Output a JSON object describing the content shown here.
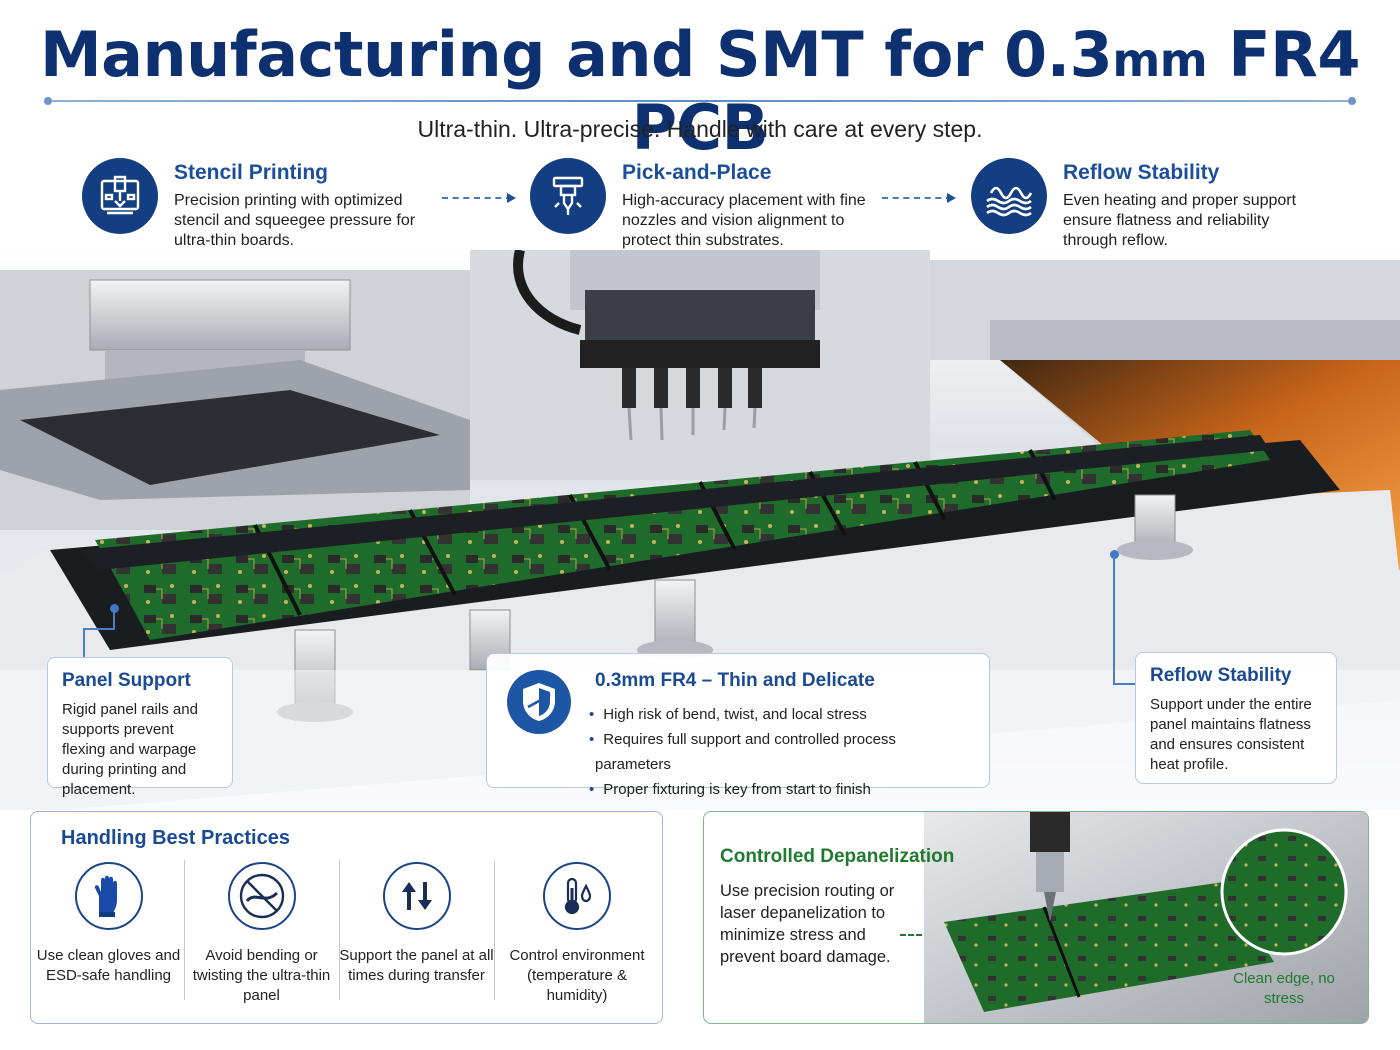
{
  "header": {
    "title_main": "Manufacturing and SMT for 0.3",
    "title_unit": "mm",
    "title_end": " FR4 PCB",
    "tagline": "Ultra-thin. Ultra-precise. Handle with care at every step."
  },
  "steps": [
    {
      "title": "Stencil Printing",
      "text": "Precision printing with optimized stencil and squeegee pressure for ultra-thin boards.",
      "icon": "stencil-printer-icon"
    },
    {
      "title": "Pick-and-Place",
      "text": "High-accuracy placement with fine nozzles and vision alignment to protect thin substrates.",
      "icon": "nozzle-icon"
    },
    {
      "title": "Reflow Stability",
      "text": "Even heating and proper support ensure flatness and reliability through reflow.",
      "icon": "heat-waves-icon"
    }
  ],
  "callouts": {
    "panel_support": {
      "title": "Panel Support",
      "text": "Rigid panel rails and supports prevent flexing and warpage during printing and placement."
    },
    "thin": {
      "title": "0.3mm FR4 – Thin and Delicate",
      "bullets": [
        "High risk of bend, twist, and local stress",
        "Requires full support and controlled process parameters",
        "Proper fixturing is key from start to finish"
      ],
      "icon": "shield-icon"
    },
    "reflow": {
      "title": "Reflow Stability",
      "text": "Support under the entire panel maintains flatness and ensures consistent heat profile."
    }
  },
  "best_practices": {
    "title": "Handling Best Practices",
    "items": [
      {
        "text": "Use clean gloves and ESD-safe handling",
        "icon": "glove-icon"
      },
      {
        "text": "Avoid bending or twisting the ultra-thin panel",
        "icon": "no-bend-icon"
      },
      {
        "text": "Support the panel at all times during transfer",
        "icon": "up-down-arrows-icon"
      },
      {
        "text": "Control environment (temperature & humidity)",
        "icon": "thermometer-humidity-icon"
      }
    ]
  },
  "depanel": {
    "title": "Controlled Depanelization",
    "text": "Use precision routing or laser depanelization to minimize stress and prevent board damage.",
    "note": "Clean edge, no stress"
  },
  "colors": {
    "navy": "#0d3170",
    "accent_blue": "#1b4f9c",
    "pcb_green": "#1f6b2a",
    "depanel_green": "#1f7a2e"
  }
}
